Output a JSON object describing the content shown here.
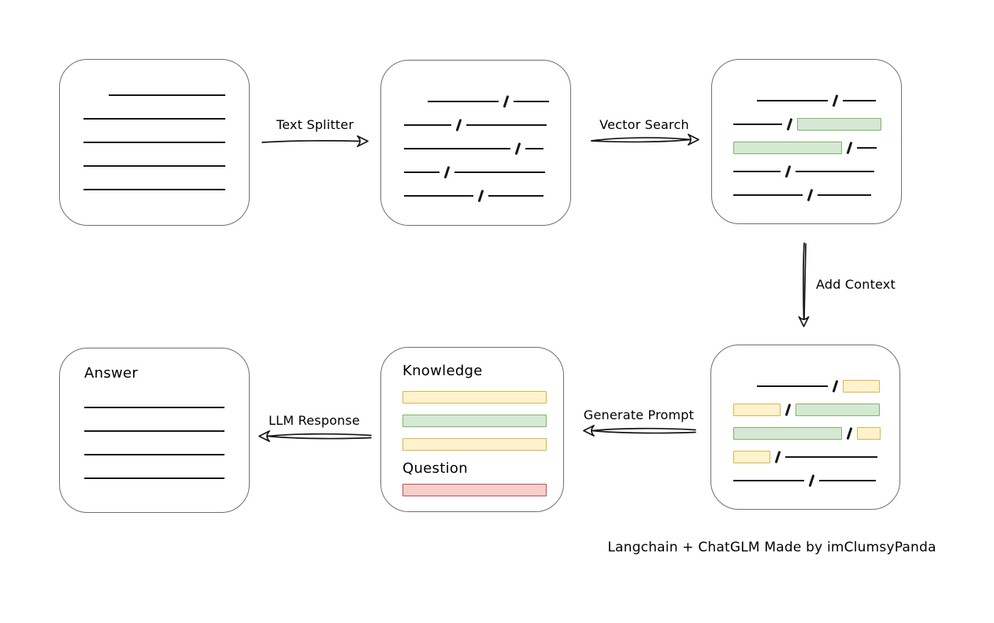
{
  "caption": "Langchain + ChatGLM Made by imClumsyPanda",
  "colors": {
    "box_border": "#6f6f6f",
    "line": "#161616",
    "green_fill": "#d5e8d4",
    "green_border": "#82b366",
    "yellow_fill": "#fff2cc",
    "yellow_border": "#d6b656",
    "red_fill": "#f8cecc",
    "red_border": "#b85450"
  },
  "arrows": {
    "text_splitter": {
      "label": "Text Splitter",
      "direction": "right"
    },
    "vector_search": {
      "label": "Vector Search",
      "direction": "right"
    },
    "add_context": {
      "label": "Add Context",
      "direction": "down"
    },
    "generate_prompt": {
      "label": "Generate Prompt",
      "direction": "left"
    },
    "llm_response": {
      "label": "LLM Response",
      "direction": "left"
    }
  },
  "boxes": {
    "source_document": {
      "rows": [
        {
          "indent": 32,
          "segments": [
            {
              "t": "line",
              "w": 148
            }
          ]
        },
        {
          "segments": [
            {
              "t": "line",
              "w": 180
            }
          ]
        },
        {
          "segments": [
            {
              "t": "line",
              "w": 180
            }
          ]
        },
        {
          "segments": [
            {
              "t": "line",
              "w": 180
            }
          ]
        },
        {
          "segments": [
            {
              "t": "line",
              "w": 180
            }
          ]
        }
      ]
    },
    "split_chunks": {
      "rows": [
        {
          "indent": 30,
          "segments": [
            {
              "t": "line",
              "w": 90
            },
            {
              "t": "slash"
            },
            {
              "t": "line",
              "w": 45
            }
          ]
        },
        {
          "segments": [
            {
              "t": "line",
              "w": 60
            },
            {
              "t": "slash"
            },
            {
              "t": "line",
              "w": 102
            }
          ]
        },
        {
          "segments": [
            {
              "t": "line",
              "w": 135
            },
            {
              "t": "slash"
            },
            {
              "t": "line",
              "w": 23
            }
          ]
        },
        {
          "segments": [
            {
              "t": "line",
              "w": 45
            },
            {
              "t": "slash"
            },
            {
              "t": "line",
              "w": 115
            }
          ]
        },
        {
          "segments": [
            {
              "t": "line",
              "w": 88
            },
            {
              "t": "slash"
            },
            {
              "t": "line",
              "w": 70
            }
          ]
        }
      ]
    },
    "matched_chunks": {
      "rows": [
        {
          "indent": 30,
          "segments": [
            {
              "t": "line",
              "w": 90
            },
            {
              "t": "slash"
            },
            {
              "t": "line",
              "w": 42
            }
          ]
        },
        {
          "segments": [
            {
              "t": "line",
              "w": 62
            },
            {
              "t": "slash"
            },
            {
              "t": "green",
              "w": 107
            }
          ]
        },
        {
          "segments": [
            {
              "t": "green",
              "w": 138
            },
            {
              "t": "slash"
            },
            {
              "t": "line",
              "w": 25
            }
          ]
        },
        {
          "segments": [
            {
              "t": "line",
              "w": 60
            },
            {
              "t": "slash"
            },
            {
              "t": "line",
              "w": 100
            }
          ]
        },
        {
          "segments": [
            {
              "t": "line",
              "w": 88
            },
            {
              "t": "slash"
            },
            {
              "t": "line",
              "w": 68
            }
          ]
        }
      ]
    },
    "context_chunks": {
      "rows": [
        {
          "indent": 30,
          "segments": [
            {
              "t": "line",
              "w": 90
            },
            {
              "t": "slash"
            },
            {
              "t": "yellow",
              "w": 47
            }
          ]
        },
        {
          "segments": [
            {
              "t": "yellow",
              "w": 60
            },
            {
              "t": "slash"
            },
            {
              "t": "green",
              "w": 107
            }
          ]
        },
        {
          "segments": [
            {
              "t": "green",
              "w": 138
            },
            {
              "t": "slash"
            },
            {
              "t": "yellow",
              "w": 30
            }
          ]
        },
        {
          "segments": [
            {
              "t": "yellow",
              "w": 47
            },
            {
              "t": "slash"
            },
            {
              "t": "line",
              "w": 117
            }
          ]
        },
        {
          "segments": [
            {
              "t": "line",
              "w": 90
            },
            {
              "t": "slash"
            },
            {
              "t": "line",
              "w": 72
            }
          ]
        }
      ]
    },
    "prompt": {
      "knowledge_label": "Knowledge",
      "question_label": "Question",
      "knowledge_rows": [
        {
          "segments": [
            {
              "t": "yellow",
              "w": 183
            }
          ]
        },
        {
          "segments": [
            {
              "t": "green",
              "w": 183
            }
          ]
        },
        {
          "segments": [
            {
              "t": "yellow",
              "w": 183
            }
          ]
        }
      ],
      "question_rows": [
        {
          "segments": [
            {
              "t": "red",
              "w": 183
            }
          ]
        }
      ]
    },
    "answer": {
      "label": "Answer",
      "rows": [
        {
          "segments": [
            {
              "t": "line",
              "w": 178
            }
          ]
        },
        {
          "segments": [
            {
              "t": "line",
              "w": 178
            }
          ]
        },
        {
          "segments": [
            {
              "t": "line",
              "w": 178
            }
          ]
        },
        {
          "segments": [
            {
              "t": "line",
              "w": 178
            }
          ]
        }
      ]
    }
  }
}
